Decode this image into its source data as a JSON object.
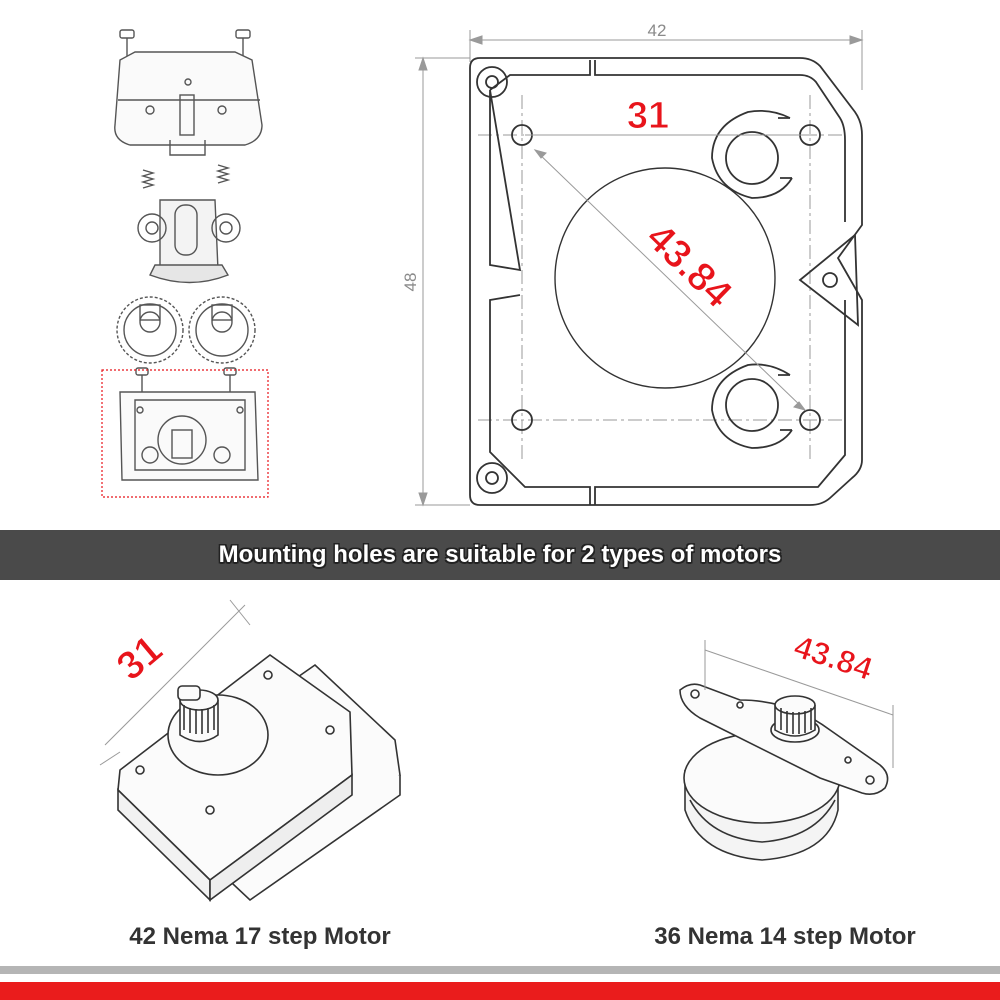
{
  "drawing": {
    "width_label": "42",
    "height_label": "48",
    "hole_spacing_label": "31",
    "diagonal_label": "43.84"
  },
  "banner": {
    "text": "Mounting holes are suitable for 2 types of motors"
  },
  "motors": [
    {
      "caption": "42 Nema 17 step Motor",
      "dimension": "31"
    },
    {
      "caption": "36 Nema 14 step Motor",
      "dimension": "43.84"
    }
  ],
  "colors": {
    "accent_red": "#ea1c1c",
    "banner": "#4a4a4a",
    "stripe": "#b5b5b5"
  }
}
